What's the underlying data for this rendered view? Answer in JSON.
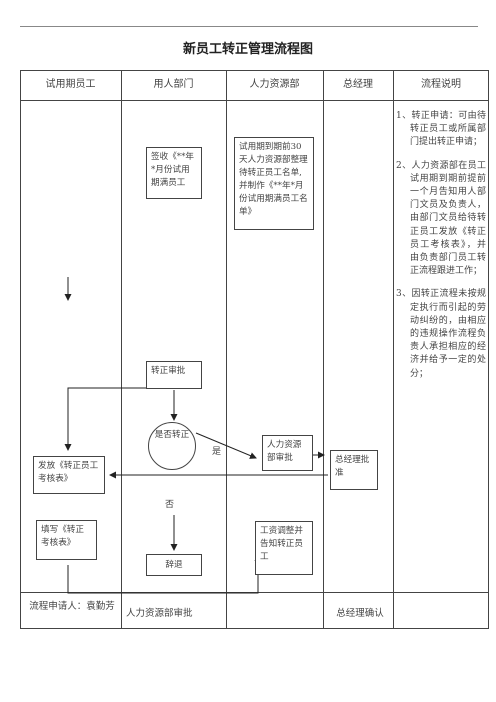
{
  "title": "新员工转正管理流程图",
  "columns": [
    "试用期员工",
    "用人部门",
    "人力资源部",
    "总经理",
    "流程说明"
  ],
  "nodes": {
    "sign_list": "签收《**年*月份试用期满员工",
    "hr_list": "试用期到期前30天人力资源部整理待转正员工名单,并制作《**年*月份试用期满员工名单》",
    "approve": "转正审批",
    "decision": "是否转正",
    "yes": "是",
    "no": "否",
    "hr_review": "人力资源部审批",
    "gm_approve": "总经理批准",
    "issue_form": "发放《转正员工考核表》",
    "fill_form": "填写《转正考核表》",
    "dismiss": "辞退",
    "salary_adjust": "工资调整并告知转正员工"
  },
  "notes": [
    "1、转正申请：可由待转正员工或所属部门提出转正申请；",
    "2、人力资源部在员工试用期到期前提前一个月告知用人部门文员及负责人，由部门文员给待转正员工发放《转正员工考核表》，并由负责部门员工转正流程跟进工作；",
    "3、因转正流程未按规定执行而引起的劳动纠纷的，由相应的违规操作流程负责人承担相应的经济并给予一定的处分；"
  ],
  "footer": {
    "applicant": "流程申请人：袁勤芳",
    "hr": "人力资源部审批",
    "gm": "总经理确认"
  }
}
